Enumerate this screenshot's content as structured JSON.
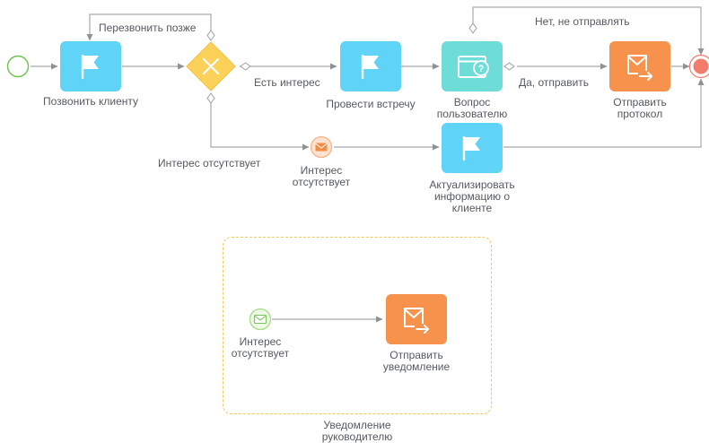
{
  "diagram": {
    "nodes": {
      "start": {
        "type": "start-event"
      },
      "call_client": {
        "label": "Позвонить клиенту",
        "type": "user-task",
        "color": "#5fd4f7"
      },
      "gateway": {
        "type": "exclusive-gateway",
        "color": "#fcd15a"
      },
      "meeting": {
        "label": "Провести встречу",
        "type": "user-task",
        "color": "#5fd4f7"
      },
      "question": {
        "label": "Вопрос пользователю",
        "type": "question-task",
        "color": "#6fddd7"
      },
      "send_protocol": {
        "label": "Отправить протокол",
        "type": "send-email-task",
        "color": "#f6924c"
      },
      "end": {
        "type": "end-event"
      },
      "no_interest_event": {
        "label": "Интерес отсутствует",
        "type": "message-throw-event"
      },
      "update_info": {
        "label": "Актуализировать информацию о клиенте",
        "type": "user-task",
        "color": "#5fd4f7"
      }
    },
    "flows": {
      "call_later": "Перезвонить позже",
      "has_interest": "Есть интерес",
      "no_interest": "Интерес отсутствует",
      "yes_send": "Да, отправить",
      "no_dont_send": "Нет, не отправлять"
    },
    "subprocess": {
      "label": "Уведомление руководителю",
      "border_color": "#f2c85c",
      "nodes": {
        "start_message": {
          "label": "Интерес отсутствует",
          "type": "message-start-event"
        },
        "send_notification": {
          "label": "Отправить уведомление",
          "type": "send-email-task",
          "color": "#f6924c"
        }
      }
    }
  }
}
